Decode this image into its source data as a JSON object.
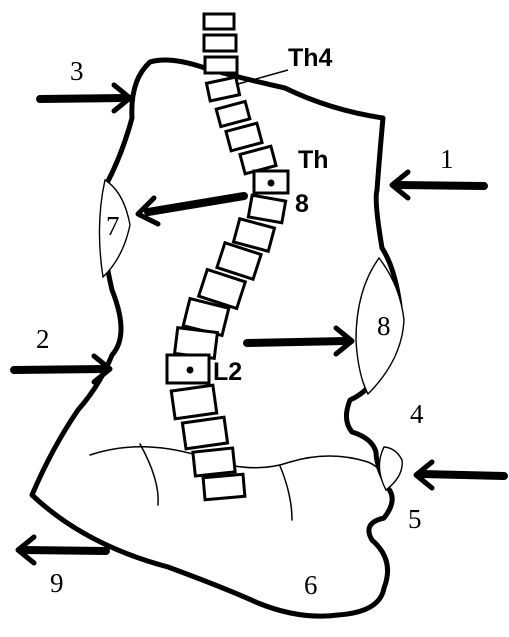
{
  "figure": {
    "arrow_numbers": [
      "1",
      "2",
      "3",
      "9"
    ],
    "region_numbers": [
      "4",
      "5",
      "6"
    ],
    "pad_numbers": [
      "7",
      "8"
    ],
    "vertebra_labels": {
      "th4": "Th4",
      "th8_line1": "Th",
      "th8_line2": "8",
      "l2": "L2"
    }
  }
}
